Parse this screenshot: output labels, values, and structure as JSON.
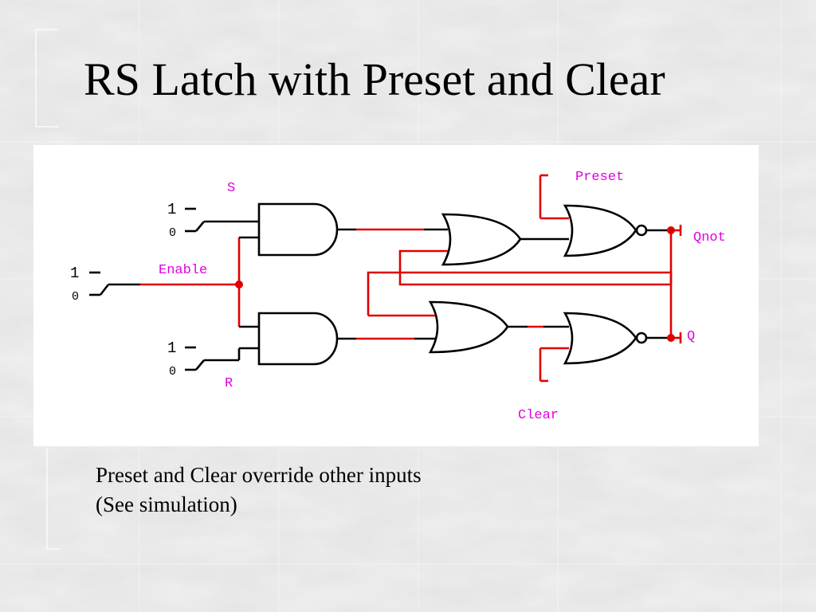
{
  "slide": {
    "title": "RS Latch with Preset and Clear",
    "caption_lines": [
      "Preset and Clear override other inputs",
      "(See simulation)"
    ]
  },
  "diagram": {
    "labels": {
      "s": "S",
      "r": "R",
      "enable": "Enable",
      "preset": "Preset",
      "clear": "Clear",
      "qnot": "Qnot",
      "q": "Q"
    },
    "switches": {
      "s": {
        "high": "1",
        "low": "0"
      },
      "enable": {
        "high": "1",
        "low": "0"
      },
      "r": {
        "high": "1",
        "low": "0"
      }
    }
  },
  "colors": {
    "wire_active": "#e00000",
    "wire_inactive": "#000000",
    "label_magenta": "#e000e0",
    "panel": "#ffffff"
  }
}
